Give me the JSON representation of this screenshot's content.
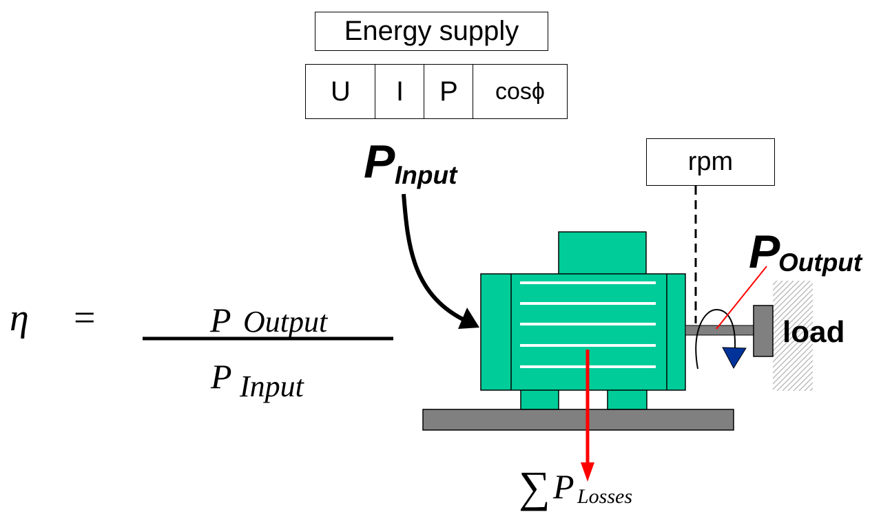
{
  "supply": {
    "title": "Energy supply",
    "measurements": [
      "U",
      "I",
      "P",
      "cosϕ"
    ]
  },
  "rpm_label": "rpm",
  "input_label": {
    "symbol": "P",
    "subscript": "Input"
  },
  "output_label": {
    "symbol": "P",
    "subscript": "Output"
  },
  "load_label": "load",
  "losses_label": {
    "sum": "∑",
    "symbol": "P",
    "subscript": "Losses"
  },
  "equation": {
    "lhs": "η",
    "equals": "=",
    "numerator": {
      "symbol": "P",
      "subscript": "Output"
    },
    "denominator": {
      "symbol": "P",
      "subscript": "Input"
    }
  },
  "colors": {
    "motor": "#00cc99",
    "shaft_base": "#808080",
    "loss_arrow": "#ff0000",
    "rotation_arrow": "#003399"
  }
}
